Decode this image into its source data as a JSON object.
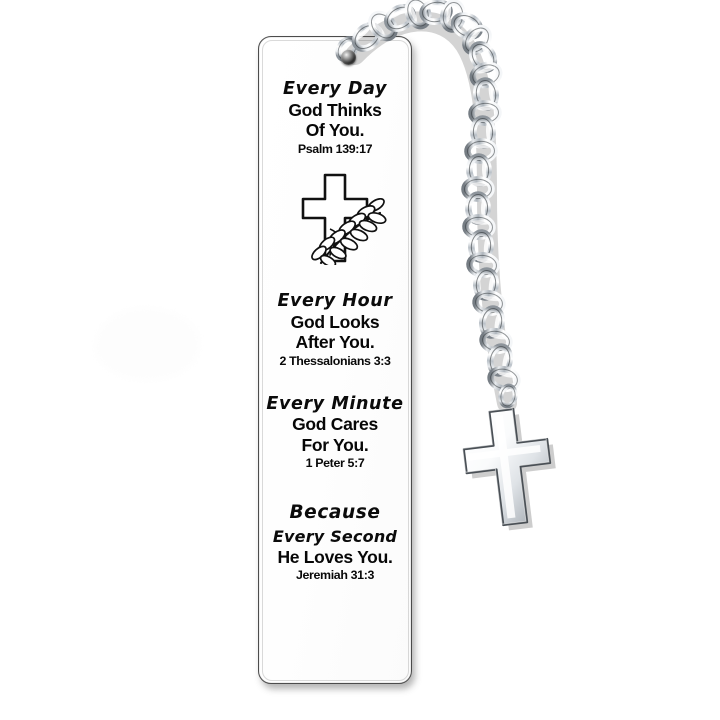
{
  "product": {
    "name": "Inspirational Scripture Bookmark with Cross Charm",
    "background_color": "#ffffff",
    "plate_color": "#ffffff",
    "plate_border_color": "#4c4c4c",
    "metal_color": "#c9ced4",
    "text_color": "#0b0b0b"
  },
  "bookmark": {
    "blocks": [
      {
        "id": "day",
        "script_line": "Every Day",
        "bold_lines": [
          "God Thinks",
          "Of You."
        ],
        "reference": "Psalm 139:17"
      },
      {
        "id": "hour",
        "script_line": "Every Hour",
        "bold_lines": [
          "God Looks",
          "After You."
        ],
        "reference": "2 Thessalonians 3:3"
      },
      {
        "id": "minute",
        "script_line": "Every Minute",
        "bold_lines": [
          "God Cares",
          "For You."
        ],
        "reference": "1 Peter 5:7"
      },
      {
        "id": "because",
        "script_line": "Because",
        "script_line_2": "Every Second",
        "bold_lines": [
          "He Loves You."
        ],
        "reference": "Jeremiah 31:3"
      }
    ],
    "emblem": {
      "name": "cross-with-olive-branch",
      "description": "Outlined Latin cross overlaid with a leafy olive branch"
    },
    "hole": {
      "name": "chain-hole"
    }
  },
  "chain": {
    "name": "curb-link-chain",
    "link_count": 26,
    "material": "stainless steel"
  },
  "pendant": {
    "name": "cross-charm",
    "shape": "latin-cross",
    "material": "stainless steel"
  }
}
